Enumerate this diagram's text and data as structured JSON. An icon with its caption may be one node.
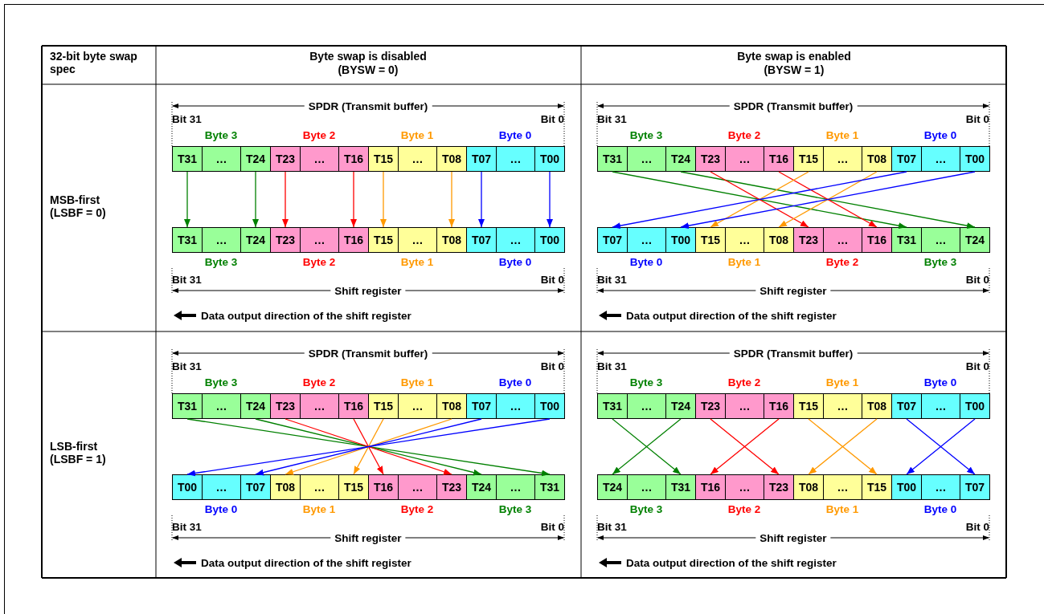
{
  "diagram": {
    "nodes": [
      {
        "text": [
          "T31"
        ]
      },
      {
        "text": [
          "…"
        ]
      },
      {
        "text": [
          "T24"
        ]
      },
      {
        "text": [
          "T23"
        ]
      },
      {
        "text": [
          "…"
        ]
      },
      {
        "text": [
          "T16"
        ]
      },
      {
        "text": [
          "T15"
        ]
      },
      {
        "text": [
          "…"
        ]
      },
      {
        "text": [
          "T08"
        ]
      },
      {
        "text": [
          "T07"
        ]
      },
      {
        "text": [
          "…"
        ]
      },
      {
        "text": [
          "T00"
        ]
      },
      {
        "text": [
          "T31"
        ]
      },
      {
        "text": [
          "…"
        ]
      },
      {
        "text": [
          "T24"
        ]
      },
      {
        "text": [
          "T23"
        ]
      },
      {
        "text": [
          "…"
        ]
      },
      {
        "text": [
          "T16"
        ]
      },
      {
        "text": [
          "T15"
        ]
      },
      {
        "text": [
          "…"
        ]
      },
      {
        "text": [
          "T08"
        ]
      },
      {
        "text": [
          "T07"
        ]
      },
      {
        "text": [
          "…"
        ]
      },
      {
        "text": [
          "T00"
        ]
      },
      {
        "text": [
          "T31"
        ]
      },
      {
        "text": [
          "…"
        ]
      },
      {
        "text": [
          "T24"
        ]
      },
      {
        "text": [
          "T23"
        ]
      },
      {
        "text": [
          "…"
        ]
      },
      {
        "text": [
          "T16"
        ]
      },
      {
        "text": [
          "T15"
        ]
      },
      {
        "text": [
          "…"
        ]
      },
      {
        "text": [
          "T08"
        ]
      },
      {
        "text": [
          "T07"
        ]
      },
      {
        "text": [
          "…"
        ]
      },
      {
        "text": [
          "T00"
        ]
      },
      {
        "text": [
          "T07"
        ]
      },
      {
        "text": [
          "…"
        ]
      },
      {
        "text": [
          "T00"
        ]
      },
      {
        "text": [
          "T15"
        ]
      },
      {
        "text": [
          "…"
        ]
      },
      {
        "text": [
          "T08"
        ]
      },
      {
        "text": [
          "T23"
        ]
      },
      {
        "text": [
          "…"
        ]
      },
      {
        "text": [
          "T16"
        ]
      },
      {
        "text": [
          "T31"
        ]
      },
      {
        "text": [
          "…"
        ]
      },
      {
        "text": [
          "T24"
        ]
      },
      {
        "text": [
          "T31"
        ]
      },
      {
        "text": [
          "…"
        ]
      },
      {
        "text": [
          "T24"
        ]
      },
      {
        "text": [
          "T23"
        ]
      },
      {
        "text": [
          "…"
        ]
      },
      {
        "text": [
          "T16"
        ]
      },
      {
        "text": [
          "T15"
        ]
      },
      {
        "text": [
          "…"
        ]
      },
      {
        "text": [
          "T08"
        ]
      },
      {
        "text": [
          "T07"
        ]
      },
      {
        "text": [
          "…"
        ]
      },
      {
        "text": [
          "T00"
        ]
      },
      {
        "text": [
          "T00"
        ]
      },
      {
        "text": [
          "…"
        ]
      },
      {
        "text": [
          "T07"
        ]
      },
      {
        "text": [
          "T08"
        ]
      },
      {
        "text": [
          "…"
        ]
      },
      {
        "text": [
          "T15"
        ]
      },
      {
        "text": [
          "T16"
        ]
      },
      {
        "text": [
          "…"
        ]
      },
      {
        "text": [
          "T23"
        ]
      },
      {
        "text": [
          "T24"
        ]
      },
      {
        "text": [
          "…"
        ]
      },
      {
        "text": [
          "T31"
        ]
      },
      {
        "text": [
          "T31"
        ]
      },
      {
        "text": [
          "…"
        ]
      },
      {
        "text": [
          "T24"
        ]
      },
      {
        "text": [
          "T23"
        ]
      },
      {
        "text": [
          "…"
        ]
      },
      {
        "text": [
          "T16"
        ]
      },
      {
        "text": [
          "T15"
        ]
      },
      {
        "text": [
          "…"
        ]
      },
      {
        "text": [
          "T08"
        ]
      },
      {
        "text": [
          "T07"
        ]
      },
      {
        "text": [
          "…"
        ]
      },
      {
        "text": [
          "T00"
        ]
      },
      {
        "text": [
          "T24"
        ]
      },
      {
        "text": [
          "…"
        ]
      },
      {
        "text": [
          "T31"
        ]
      },
      {
        "text": [
          "T16"
        ]
      },
      {
        "text": [
          "…"
        ]
      },
      {
        "text": [
          "T23"
        ]
      },
      {
        "text": [
          "T08"
        ]
      },
      {
        "text": [
          "…"
        ]
      },
      {
        "text": [
          "T15"
        ]
      },
      {
        "text": [
          "T00"
        ]
      },
      {
        "text": [
          "…"
        ]
      },
      {
        "text": [
          "T07"
        ]
      }
    ],
    "edges": [
      {
        "from": 0,
        "to": 12,
        "arrow": "to",
        "color": "#008000"
      },
      {
        "from": 2,
        "to": 14,
        "arrow": "to",
        "color": "#008000"
      },
      {
        "from": 3,
        "to": 15,
        "arrow": "to",
        "color": "#ff0000"
      },
      {
        "from": 5,
        "to": 17,
        "arrow": "to",
        "color": "#ff0000"
      },
      {
        "from": 6,
        "to": 18,
        "arrow": "to",
        "color": "#ff9900"
      },
      {
        "from": 8,
        "to": 20,
        "arrow": "to",
        "color": "#ff9900"
      },
      {
        "from": 9,
        "to": 21,
        "arrow": "to",
        "color": "#0000ff"
      },
      {
        "from": 11,
        "to": 23,
        "arrow": "to",
        "color": "#0000ff"
      },
      {
        "from": 24,
        "to": 45,
        "arrow": "to",
        "color": "#008000"
      },
      {
        "from": 26,
        "to": 47,
        "arrow": "to",
        "color": "#008000"
      },
      {
        "from": 27,
        "to": 42,
        "arrow": "to",
        "color": "#ff0000"
      },
      {
        "from": 29,
        "to": 44,
        "arrow": "to",
        "color": "#ff0000"
      },
      {
        "from": 30,
        "to": 39,
        "arrow": "to",
        "color": "#ff9900"
      },
      {
        "from": 32,
        "to": 41,
        "arrow": "to",
        "color": "#ff9900"
      },
      {
        "from": 33,
        "to": 36,
        "arrow": "to",
        "color": "#0000ff"
      },
      {
        "from": 35,
        "to": 38,
        "arrow": "to",
        "color": "#0000ff"
      },
      {
        "from": 48,
        "to": 71,
        "arrow": "to",
        "color": "#008000"
      },
      {
        "from": 50,
        "to": 69,
        "arrow": "to",
        "color": "#008000"
      },
      {
        "from": 51,
        "to": 68,
        "arrow": "to",
        "color": "#ff0000"
      },
      {
        "from": 53,
        "to": 66,
        "arrow": "to",
        "color": "#ff0000"
      },
      {
        "from": 54,
        "to": 65,
        "arrow": "to",
        "color": "#ff9900"
      },
      {
        "from": 56,
        "to": 63,
        "arrow": "to",
        "color": "#ff9900"
      },
      {
        "from": 57,
        "to": 62,
        "arrow": "to",
        "color": "#0000ff"
      },
      {
        "from": 59,
        "to": 60,
        "arrow": "to",
        "color": "#0000ff"
      },
      {
        "from": 72,
        "to": 86,
        "arrow": "to",
        "color": "#008000"
      },
      {
        "from": 74,
        "to": 84,
        "arrow": "to",
        "color": "#008000"
      },
      {
        "from": 75,
        "to": 89,
        "arrow": "to",
        "color": "#ff0000"
      },
      {
        "from": 77,
        "to": 87,
        "arrow": "to",
        "color": "#ff0000"
      },
      {
        "from": 78,
        "to": 92,
        "arrow": "to",
        "color": "#ff9900"
      },
      {
        "from": 80,
        "to": 90,
        "arrow": "to",
        "color": "#ff9900"
      },
      {
        "from": 81,
        "to": 95,
        "arrow": "to",
        "color": "#0000ff"
      },
      {
        "from": 83,
        "to": 93,
        "arrow": "to",
        "color": "#0000ff"
      }
    ],
    "labels": [
      "32-bit byte swap spec",
      "Byte swap is disabled (BYSW = 0)",
      "Byte swap is enabled (BYSW = 1)",
      "MSB-first (LSBF = 0)",
      "SPDR (Transmit buffer)",
      "Bit 31",
      "Bit 0",
      "Byte 3",
      "Byte 2",
      "Byte 1",
      "Byte 0",
      "Byte 3",
      "Byte 2",
      "Byte 1",
      "Byte 0",
      "Bit 31",
      "Bit 0",
      "Shift register",
      "Data output direction of the shift register",
      "SPDR (Transmit buffer)",
      "Bit 31",
      "Bit 0",
      "Byte 3",
      "Byte 2",
      "Byte 1",
      "Byte 0",
      "Byte 0",
      "Byte 1",
      "Byte 2",
      "Byte 3",
      "Bit 31",
      "Bit 0",
      "Shift register",
      "Data output direction of the shift register",
      "LSB-first (LSBF = 1)",
      "SPDR (Transmit buffer)",
      "Bit 31",
      "Bit 0",
      "Byte 3",
      "Byte 2",
      "Byte 1",
      "Byte 0",
      "Byte 0",
      "Byte 1",
      "Byte 2",
      "Byte 3",
      "Bit 31",
      "Bit 0",
      "Shift register",
      "Data output direction of the shift register",
      "SPDR (Transmit buffer)",
      "Bit 31",
      "Bit 0",
      "Byte 3",
      "Byte 2",
      "Byte 1",
      "Byte 0",
      "Byte 3",
      "Byte 2",
      "Byte 1",
      "Byte 0",
      "Bit 31",
      "Bit 0",
      "Shift register",
      "Data output direction of the shift register"
    ]
  }
}
